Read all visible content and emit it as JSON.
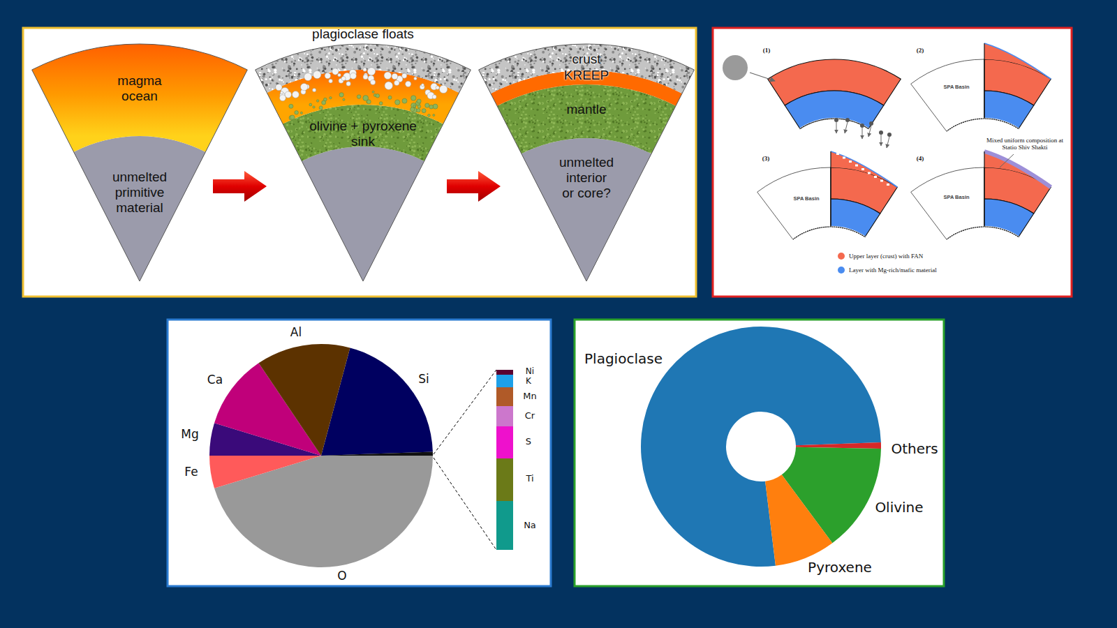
{
  "diagram": {
    "nodes": [
      {
        "text": [
          "magma ocean"
        ]
      },
      {
        "text": [
          "unmelted primitive material"
        ]
      },
      {
        "text": [
          "olivine + pyroxene sink"
        ]
      },
      {
        "text": [
          "crust"
        ]
      },
      {
        "text": [
          "KREEP"
        ]
      },
      {
        "text": [
          "mantle"
        ]
      },
      {
        "text": [
          "unmelted interior or core?"
        ]
      }
    ],
    "labels": [
      "plagioclase floats",
      "(1)",
      "(2)",
      "SPA Basin",
      "(3)",
      "(4)",
      "SPA Basin",
      "SPA Basin",
      "Mixed uniform composition at Statio Shiv Shakti",
      "Al",
      "Si",
      "Ca",
      "Mg",
      "Fe",
      "O",
      "Ni",
      "K",
      "Mn",
      "Cr",
      "S",
      "Ti",
      "Na",
      "Plagioclase",
      "Others",
      "Olivine",
      "Pyroxene"
    ],
    "legend": [
      {
        "text": "Upper layer (crust) with FAN",
        "color": "#f4694e"
      },
      {
        "text": "Layer with Mg-rich/mafic material",
        "color": "#4a8cf0"
      }
    ]
  }
}
